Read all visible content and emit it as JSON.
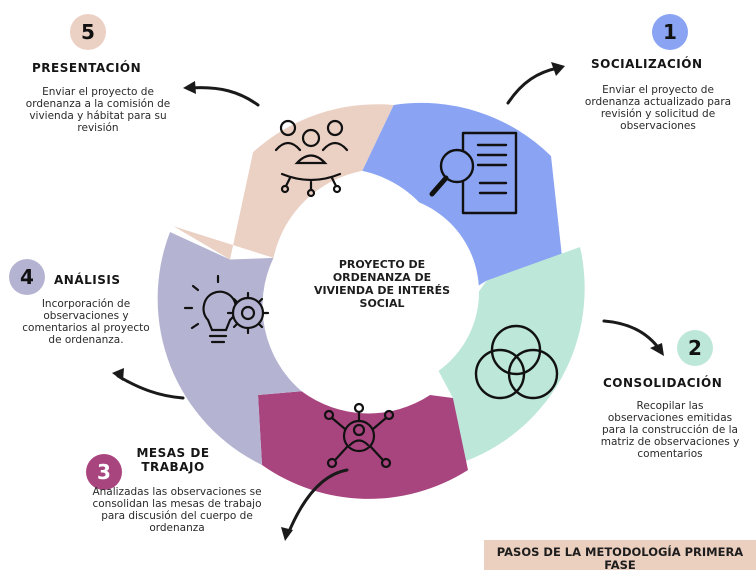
{
  "center": {
    "title": "PROYECTO DE ORDENANZA DE VIVIENDA DE INTERÉS SOCIAL"
  },
  "steps": [
    {
      "number": "1",
      "title": "SOCIALIZACIÓN",
      "description": "Enviar el proyecto de ordenanza actualizado para revisión y solicitud de observaciones",
      "color": "#8aa4f3",
      "icon": "document-search-icon"
    },
    {
      "number": "2",
      "title": "CONSOLIDACIÓN",
      "description": "Recopilar las observaciones emitidas para la construcción de la matriz de observaciones y comentarios",
      "color": "#bde7d9",
      "icon": "venn-circles-icon"
    },
    {
      "number": "3",
      "title": "MESAS DE TRABAJO",
      "description": "Analizadas las observaciones se consolidan las mesas de trabajo para discusión del cuerpo de ordenanza",
      "color": "#a8457f",
      "icon": "network-user-icon"
    },
    {
      "number": "4",
      "title": "ANÁLISIS",
      "description": "Incorporación de observaciones y comentarios al proyecto de ordenanza.",
      "color": "#b4b4d2",
      "icon": "idea-gear-icon"
    },
    {
      "number": "5",
      "title": "PRESENTACIÓN",
      "description": "Enviar el proyecto de ordenanza a la comisión de vivienda y hábitat para su revisión",
      "color": "#ebd0c4",
      "icon": "team-meeting-icon"
    }
  ],
  "footer": {
    "title": "PASOS DE LA METODOLOGÍA PRIMERA FASE",
    "color": "#ebcfbf"
  }
}
